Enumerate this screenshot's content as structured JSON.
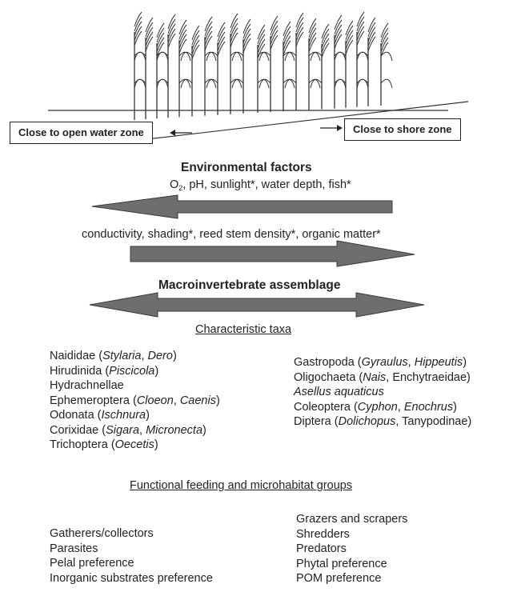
{
  "zones": {
    "open_water": "Close to open water zone",
    "shore": "Close to shore zone"
  },
  "environmental": {
    "title": "Environmental factors",
    "row1_o": "O",
    "row1_sub": "2",
    "row1_rest": ", pH, sunlight*, water depth, fish*",
    "row2": "conductivity, shading*, reed stem density*, organic matter*"
  },
  "macro": {
    "title": "Macroinvertebrate assemblage"
  },
  "taxa": {
    "title": "Characteristic taxa",
    "left": [
      [
        {
          "t": "Naididae ("
        },
        {
          "t": "Stylaria",
          "i": true
        },
        {
          "t": ", "
        },
        {
          "t": "Dero",
          "i": true
        },
        {
          "t": ")"
        }
      ],
      [
        {
          "t": "Hirudinida ("
        },
        {
          "t": "Piscicola",
          "i": true
        },
        {
          "t": ")"
        }
      ],
      [
        {
          "t": "Hydrachnellae"
        }
      ],
      [
        {
          "t": "Ephemeroptera ("
        },
        {
          "t": "Cloeon",
          "i": true
        },
        {
          "t": ", "
        },
        {
          "t": "Caenis",
          "i": true
        },
        {
          "t": ")"
        }
      ],
      [
        {
          "t": "Odonata ("
        },
        {
          "t": "Ischnura",
          "i": true
        },
        {
          "t": ")"
        }
      ],
      [
        {
          "t": "Corixidae ("
        },
        {
          "t": "Sigara",
          "i": true
        },
        {
          "t": ", "
        },
        {
          "t": "Micronecta",
          "i": true
        },
        {
          "t": ")"
        }
      ],
      [
        {
          "t": "Trichoptera ("
        },
        {
          "t": "Oecetis",
          "i": true
        },
        {
          "t": ")"
        }
      ]
    ],
    "right": [
      [
        {
          "t": "Gastropoda ("
        },
        {
          "t": "Gyraulus",
          "i": true
        },
        {
          "t": ", "
        },
        {
          "t": "Hippeutis",
          "i": true
        },
        {
          "t": ")"
        }
      ],
      [
        {
          "t": "Oligochaeta ("
        },
        {
          "t": "Nais",
          "i": true
        },
        {
          "t": ", Enchytraeidae)"
        }
      ],
      [
        {
          "t": "Asellus aquaticus",
          "i": true
        }
      ],
      [
        {
          "t": "Coleoptera ("
        },
        {
          "t": "Cyphon",
          "i": true
        },
        {
          "t": ", "
        },
        {
          "t": "Enochrus",
          "i": true
        },
        {
          "t": ")"
        }
      ],
      [
        {
          "t": "Diptera ("
        },
        {
          "t": "Dolichopus",
          "i": true
        },
        {
          "t": ", Tanypodinae)"
        }
      ]
    ]
  },
  "functional": {
    "title": "Functional feeding and microhabitat groups",
    "left": [
      "Gatherers/collectors",
      "Parasites",
      "Pelal preference",
      "Inorganic substrates preference"
    ],
    "right": [
      "Grazers and scrapers",
      "Shredders",
      "Predators",
      "Phytal preference",
      "POM preference"
    ]
  },
  "colors": {
    "arrow_fill": "#6e6e6e",
    "arrow_stroke": "#3a3a3a",
    "reed": "#333333"
  }
}
